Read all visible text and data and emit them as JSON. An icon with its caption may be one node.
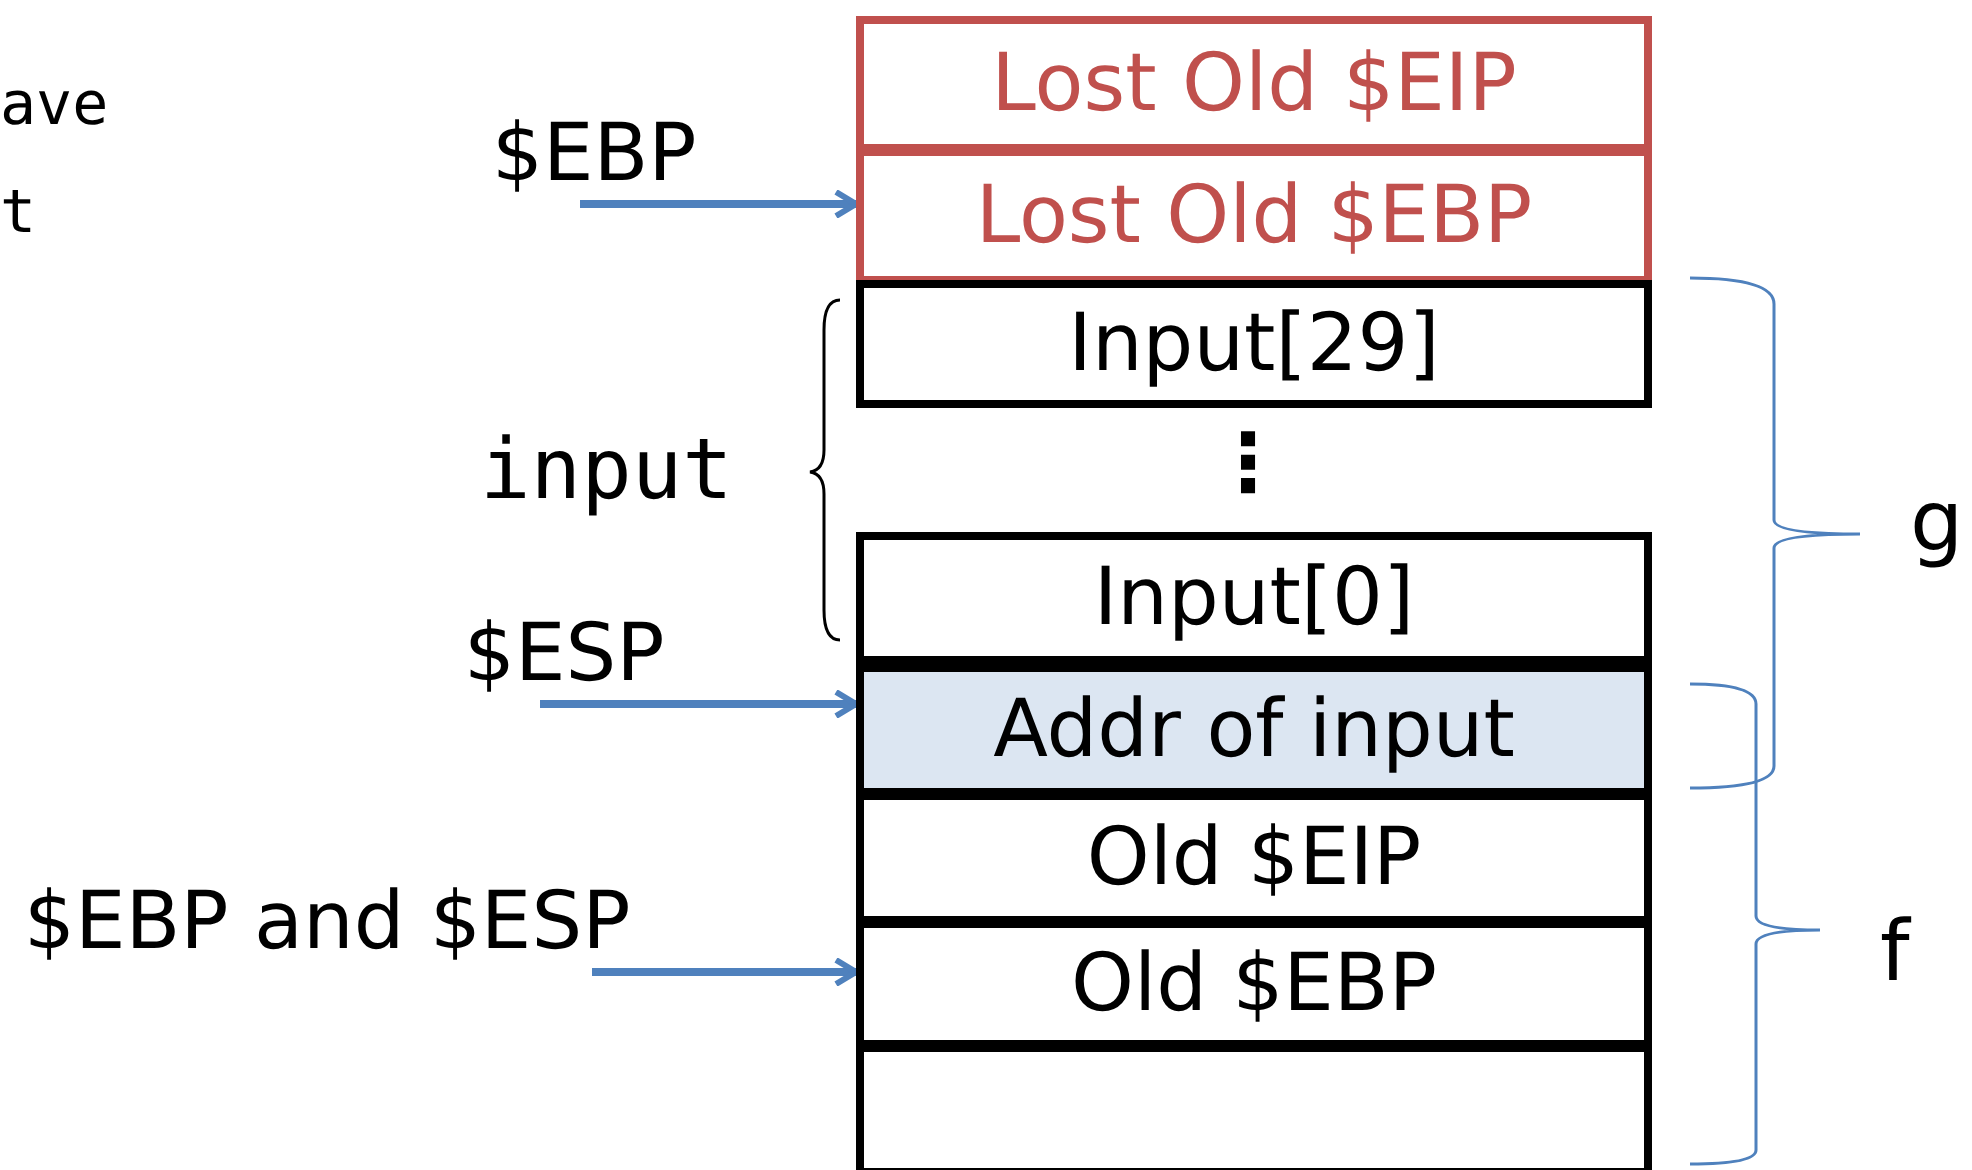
{
  "diagram": {
    "nodes": [
      {
        "text": [
          "Lost Old $EIP"
        ]
      },
      {
        "text": [
          "Lost Old $EBP"
        ]
      },
      {
        "text": [
          "Input[29]"
        ]
      },
      {
        "text": [
          "Input[0]"
        ]
      },
      {
        "text": [
          "Addr of input"
        ]
      },
      {
        "text": [
          "Old $EIP"
        ]
      },
      {
        "text": [
          "Old $EBP"
        ]
      },
      {
        "text": [],
        "shape": "box"
      },
      {
        "text": [
          "$EBP"
        ]
      },
      {
        "text": [
          "$ESP"
        ]
      },
      {
        "text": [
          "$EBP and $ESP"
        ]
      }
    ],
    "edges": [
      {
        "from": 8,
        "to": 1,
        "arrow": "to"
      },
      {
        "from": 9,
        "to": 4,
        "arrow": "to"
      },
      {
        "from": 10,
        "to": 6,
        "arrow": "to"
      }
    ],
    "labels": [
      "ave",
      "t",
      "⋮",
      "input",
      "g",
      "f"
    ]
  }
}
